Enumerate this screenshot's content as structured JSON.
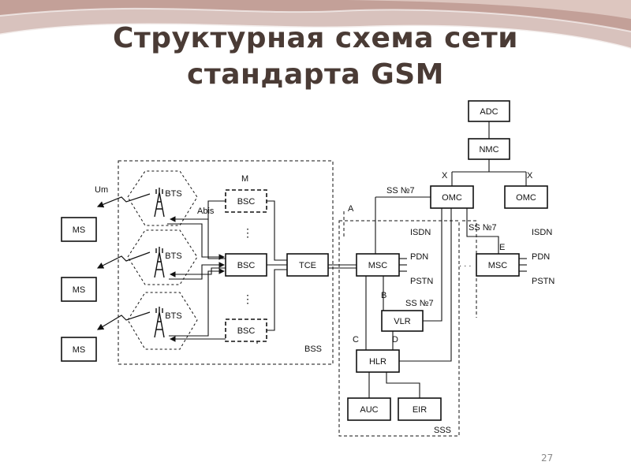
{
  "slide": {
    "title_line1": "Структурная схема сети",
    "title_line2": "стандарта GSM",
    "page_number": "27"
  },
  "diagram": {
    "blocks": {
      "adc": "ADC",
      "nmc": "NMC",
      "omc_main": "OMC",
      "omc_right": "OMC",
      "ms_1": "MS",
      "ms_2": "MS",
      "ms_3": "MS",
      "bts_1": "BTS",
      "bts_2": "BTS",
      "bts_3": "BTS",
      "bsc_top": "BSC",
      "bsc_mid": "BSC",
      "bsc_bottom": "BSC",
      "tce": "TCE",
      "msc_main": "MSC",
      "msc_right": "MSC",
      "vlr": "VLR",
      "hlr": "HLR",
      "auc": "AUC",
      "eir": "EIR"
    },
    "labels": {
      "um": "Um",
      "abis": "Abis",
      "m": "M",
      "ss7_left": "SS №7",
      "x_left": "X",
      "x_right": "X",
      "a": "A",
      "ss7_right": "SS №7",
      "e": "E",
      "isdn_main": "ISDN",
      "pdn_main": "PDN",
      "pstn_main": "PSTN",
      "isdn_right": "ISDN",
      "pdn_right": "PDN",
      "pstn_right": "PSTN",
      "b": "B",
      "ss7_vlr": "SS №7",
      "c": "C",
      "d": "D",
      "bss": "BSS",
      "sss": "SSS",
      "dots_bsc_top": "⋮",
      "dots_bsc_bottom": "⋮",
      "dots_msc": "· · ·"
    }
  }
}
